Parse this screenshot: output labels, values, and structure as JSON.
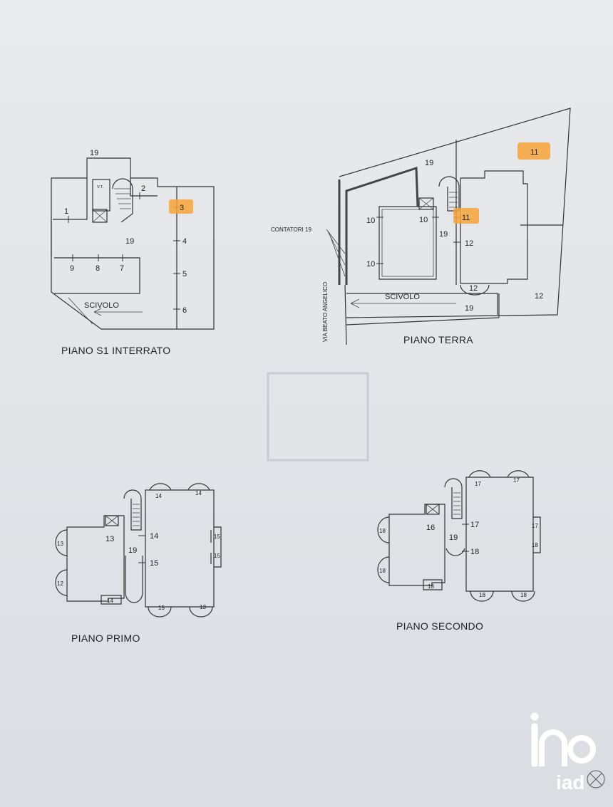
{
  "plans": {
    "s1": {
      "title": "PIANO S1 INTERRATO",
      "labels": [
        "19",
        "1",
        "2",
        "3",
        "4",
        "5",
        "6",
        "7",
        "8",
        "9",
        "19"
      ],
      "ramp": "SCIVOLO",
      "lift": "V.T."
    },
    "terra": {
      "title": "PIANO TERRA",
      "labels": [
        "19",
        "11",
        "11",
        "10",
        "10",
        "10",
        "19",
        "12",
        "12",
        "12",
        "19"
      ],
      "ramp": "SCIVOLO",
      "meters": "CONTATORI 19",
      "street": "VIA BEATO ANGELICO"
    },
    "primo": {
      "title": "PIANO PRIMO",
      "labels": [
        "13",
        "19",
        "14",
        "15"
      ],
      "small": [
        "14",
        "14",
        "13",
        "13",
        "12",
        "14",
        "15",
        "15",
        "15"
      ]
    },
    "secondo": {
      "title": "PIANO SECONDO",
      "labels": [
        "16",
        "19",
        "17",
        "18"
      ],
      "small": [
        "17",
        "17",
        "18",
        "18",
        "18",
        "17",
        "18",
        "18",
        "18"
      ]
    }
  },
  "logo": {
    "text": "iad"
  },
  "colors": {
    "highlight": "#f7a33a",
    "paper": "#e6e7ea",
    "ink": "#333333"
  }
}
